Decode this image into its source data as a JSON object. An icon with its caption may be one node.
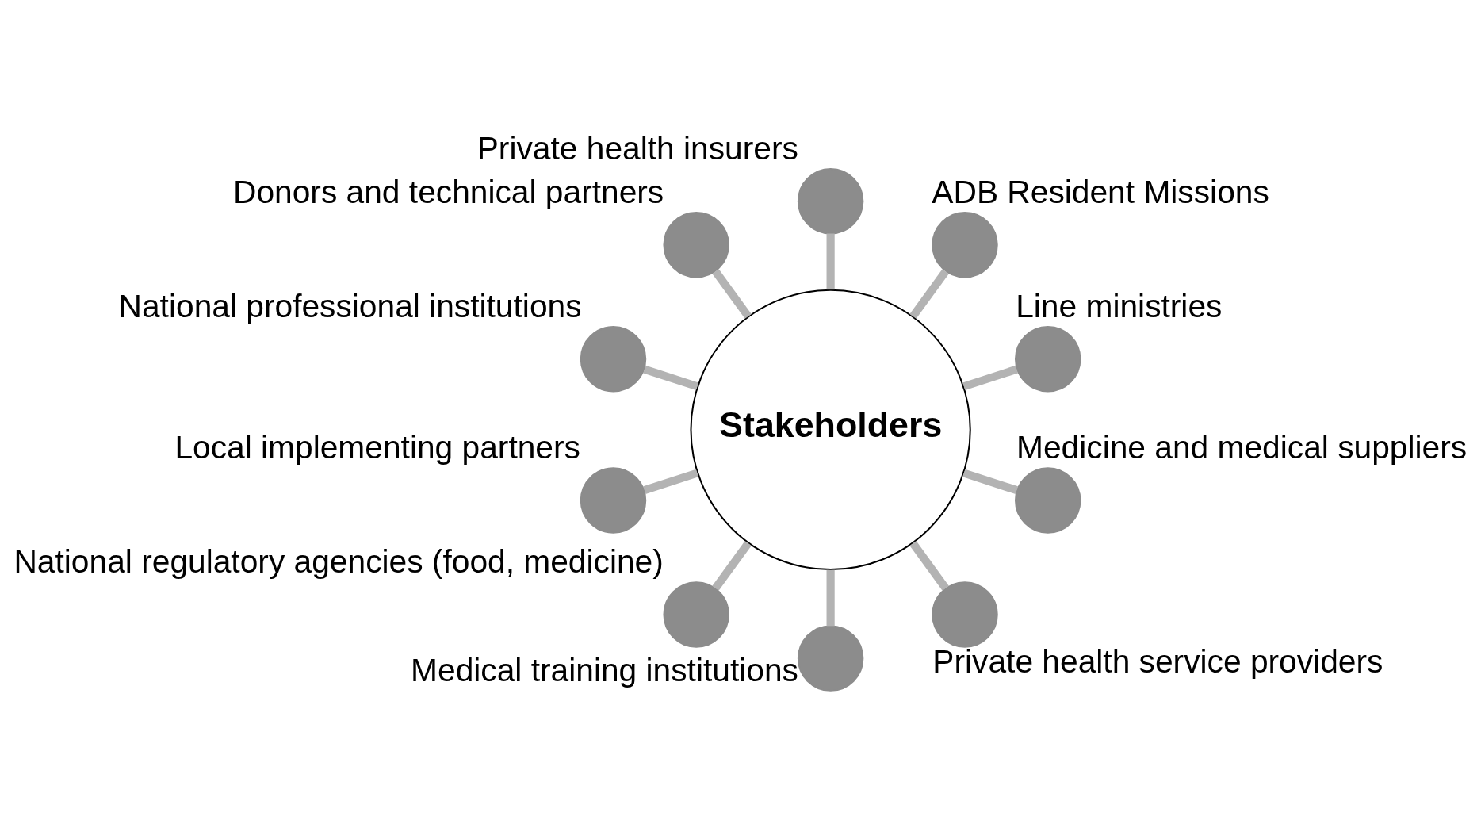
{
  "diagram": {
    "nodes": [
      {
        "text": [
          "Stakeholders"
        ]
      },
      {
        "text": [],
        "shape": "circle",
        "beside": [
          "Line ministries"
        ]
      },
      {
        "text": [],
        "shape": "circle",
        "beside": [
          "ADB Resident Missions"
        ]
      },
      {
        "text": [],
        "shape": "circle",
        "beside": [
          "Private health insurers"
        ]
      },
      {
        "text": [],
        "shape": "circle",
        "beside": [
          "Donors and technical partners"
        ]
      },
      {
        "text": [],
        "shape": "circle",
        "beside": [
          "National professional institutions"
        ]
      },
      {
        "text": [],
        "shape": "circle",
        "beside": [
          "Local implementing partners"
        ]
      },
      {
        "text": [],
        "shape": "circle",
        "beside": [
          "National regulatory agencies (food, medicine)"
        ]
      },
      {
        "text": [],
        "shape": "circle",
        "beside": [
          "Medical training institutions"
        ]
      },
      {
        "text": [],
        "shape": "circle",
        "beside": [
          "Private health service providers"
        ]
      },
      {
        "text": [],
        "shape": "circle",
        "beside": [
          "Medicine and medical suppliers"
        ]
      }
    ],
    "edges": [
      {
        "from": 0,
        "to": 1,
        "arrow": "none"
      },
      {
        "from": 0,
        "to": 2,
        "arrow": "none"
      },
      {
        "from": 0,
        "to": 3,
        "arrow": "none"
      },
      {
        "from": 0,
        "to": 4,
        "arrow": "none"
      },
      {
        "from": 0,
        "to": 5,
        "arrow": "none"
      },
      {
        "from": 0,
        "to": 6,
        "arrow": "none"
      },
      {
        "from": 0,
        "to": 7,
        "arrow": "none"
      },
      {
        "from": 0,
        "to": 8,
        "arrow": "none"
      },
      {
        "from": 0,
        "to": 9,
        "arrow": "none"
      },
      {
        "from": 0,
        "to": 10,
        "arrow": "none"
      }
    ]
  }
}
